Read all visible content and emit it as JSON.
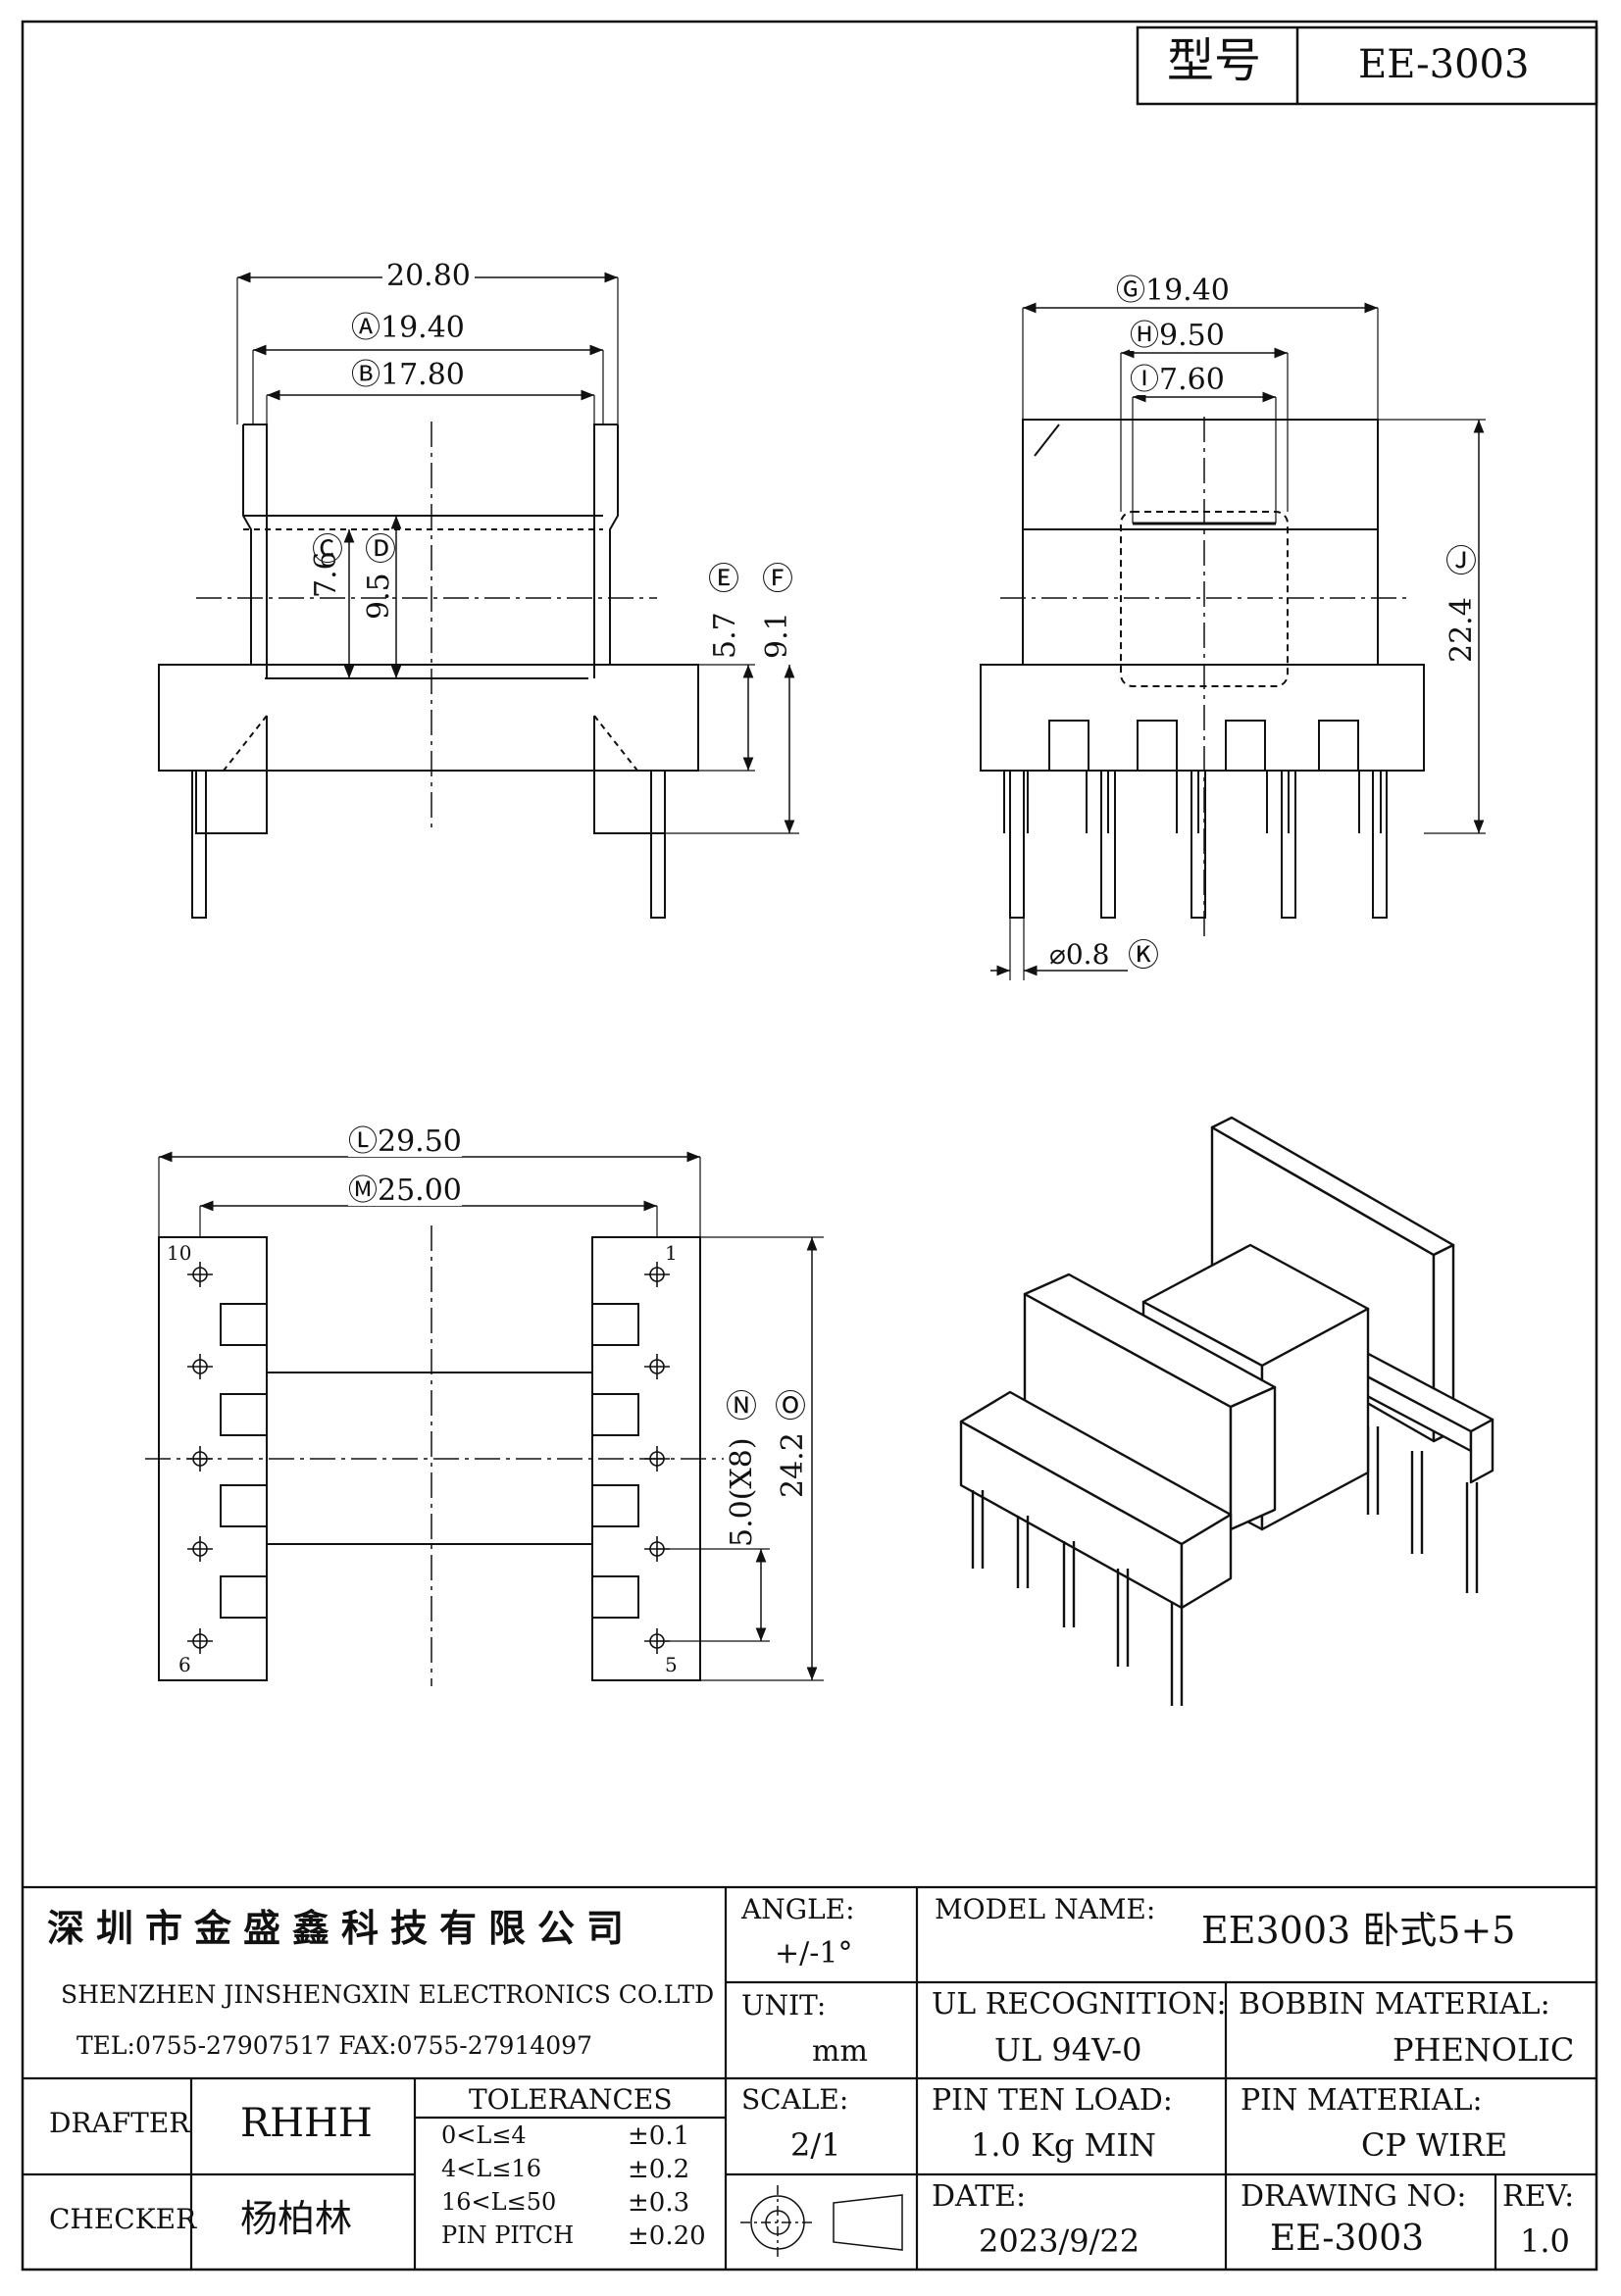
{
  "header": {
    "model_label": "型号",
    "model_value": "EE-3003"
  },
  "views": {
    "front": {
      "d_overall": "20.80",
      "d_a": "Ⓐ19.40",
      "d_b": "Ⓑ17.80",
      "c_label": "Ⓒ",
      "d_label": "Ⓓ",
      "c_val": "7.6",
      "d_val": "9.5",
      "e_label": "Ⓔ",
      "f_label": "Ⓕ",
      "e_val": "5.7",
      "f_val": "9.1"
    },
    "side": {
      "g": "Ⓖ19.40",
      "h": "Ⓗ9.50",
      "i": "Ⓘ7.60",
      "j_label": "Ⓙ",
      "j_val": "22.4",
      "pin_dia": "⌀0.8",
      "k_label": "Ⓚ"
    },
    "bottom": {
      "l": "Ⓛ29.50",
      "m": "Ⓜ25.00",
      "pin10": "10",
      "pin1": "1",
      "pin6": "6",
      "pin5": "5",
      "n_label": "Ⓝ",
      "o_label": "Ⓞ",
      "n_val": "5.0(X8)",
      "o_val": "24.2"
    }
  },
  "title_block": {
    "company_cn": "深圳市金盛鑫科技有限公司",
    "company_en": "SHENZHEN JINSHENGXIN ELECTRONICS CO.LTD",
    "contact": "TEL:0755-27907517  FAX:0755-27914097",
    "angle_label": "ANGLE:",
    "angle_value": "+/-1°",
    "model_name_label": "MODEL NAME:",
    "model_name_value": "EE3003 卧式5+5",
    "unit_label": "UNIT:",
    "unit_value": "mm",
    "ul_label": "UL RECOGNITION:",
    "ul_value": "UL 94V-0",
    "bobbin_label": "BOBBIN MATERIAL:",
    "bobbin_value": "PHENOLIC",
    "drafter_label": "DRAFTER",
    "drafter_value": "RHHH",
    "tolerances_label": "TOLERANCES",
    "tolerances": [
      {
        "range": "0<L≤4",
        "value": "±0.1"
      },
      {
        "range": "4<L≤16",
        "value": "±0.2"
      },
      {
        "range": "16<L≤50",
        "value": "±0.3"
      },
      {
        "range": "PIN PITCH",
        "value": "±0.20"
      }
    ],
    "scale_label": "SCALE:",
    "scale_value": "2/1",
    "pin_load_label": "PIN TEN LOAD:",
    "pin_load_value": "1.0 Kg MIN",
    "pin_material_label": "PIN MATERIAL:",
    "pin_material_value": "CP WIRE",
    "checker_label": "CHECKER",
    "checker_value": "杨柏林",
    "date_label": "DATE:",
    "date_value": "2023/9/22",
    "drawing_no_label": "DRAWING NO:",
    "drawing_no_value": "EE-3003",
    "rev_label": "REV:",
    "rev_value": "1.0"
  }
}
